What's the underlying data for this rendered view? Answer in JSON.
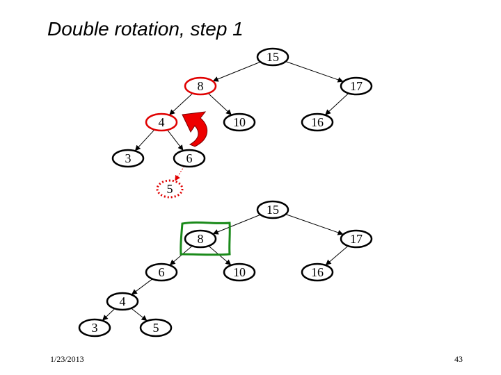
{
  "slide": {
    "title": "Double rotation, step 1",
    "date": "1/23/2013",
    "page_number": "43"
  },
  "colors": {
    "highlight_red": "#e00000",
    "box_green": "#1a8a1a",
    "arrow_red": "#ee0000"
  },
  "tree_before": {
    "nodes": [
      {
        "id": "b15",
        "label": "15",
        "style": "normal"
      },
      {
        "id": "b8",
        "label": "8",
        "style": "highlight"
      },
      {
        "id": "b17",
        "label": "17",
        "style": "normal"
      },
      {
        "id": "b4",
        "label": "4",
        "style": "highlight"
      },
      {
        "id": "b10",
        "label": "10",
        "style": "normal"
      },
      {
        "id": "b16",
        "label": "16",
        "style": "normal"
      },
      {
        "id": "b3",
        "label": "3",
        "style": "normal"
      },
      {
        "id": "b6",
        "label": "6",
        "style": "normal"
      },
      {
        "id": "b5",
        "label": "5",
        "style": "dotted"
      }
    ],
    "edges": [
      [
        "b15",
        "b8"
      ],
      [
        "b15",
        "b17"
      ],
      [
        "b8",
        "b4"
      ],
      [
        "b8",
        "b10"
      ],
      [
        "b17",
        "b16"
      ],
      [
        "b4",
        "b3"
      ],
      [
        "b4",
        "b6"
      ],
      [
        "b6",
        "b5"
      ]
    ]
  },
  "tree_after": {
    "nodes": [
      {
        "id": "a15",
        "label": "15",
        "style": "normal"
      },
      {
        "id": "a8",
        "label": "8",
        "style": "normal"
      },
      {
        "id": "a17",
        "label": "17",
        "style": "normal"
      },
      {
        "id": "a6",
        "label": "6",
        "style": "normal"
      },
      {
        "id": "a10",
        "label": "10",
        "style": "normal"
      },
      {
        "id": "a16",
        "label": "16",
        "style": "normal"
      },
      {
        "id": "a4",
        "label": "4",
        "style": "normal"
      },
      {
        "id": "a3",
        "label": "3",
        "style": "normal"
      },
      {
        "id": "a5",
        "label": "5",
        "style": "normal"
      }
    ],
    "edges": [
      [
        "a15",
        "a8"
      ],
      [
        "a15",
        "a17"
      ],
      [
        "a8",
        "a6"
      ],
      [
        "a8",
        "a10"
      ],
      [
        "a17",
        "a16"
      ],
      [
        "a6",
        "a4"
      ],
      [
        "a4",
        "a3"
      ],
      [
        "a4",
        "a5"
      ]
    ]
  }
}
